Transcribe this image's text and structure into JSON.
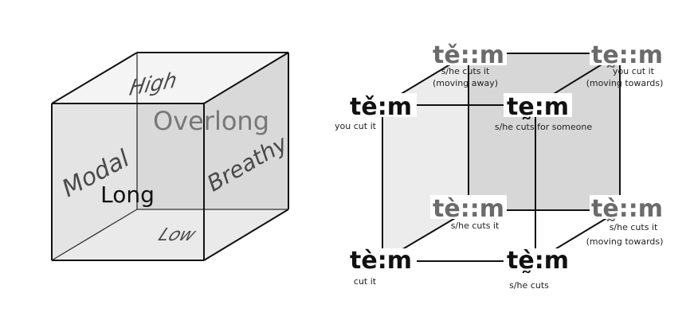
{
  "left_cube": {
    "faces": {
      "top": "High",
      "bottom": "Low",
      "left": "Modal",
      "right": "Breathy",
      "front": "Long",
      "back": "Overlong"
    }
  },
  "right_cube": {
    "vertices": {
      "front_top_left": {
        "form": "tě:m",
        "gloss": [
          "you cut it"
        ]
      },
      "front_top_right": {
        "form": "tḛ:m",
        "gloss": [
          "s/he cuts for someone"
        ]
      },
      "back_top_left": {
        "form": "tě::m",
        "gloss": [
          "s/he cuts it",
          "(moving away)"
        ]
      },
      "back_top_right": {
        "form": "tḛ::m",
        "gloss": [
          "you cut it",
          "(moving towards)"
        ]
      },
      "front_bottom_left": {
        "form": "tè:m",
        "gloss": [
          "cut it"
        ]
      },
      "front_bottom_right": {
        "form": "tḛ̀:m",
        "gloss": [
          "s/he cuts"
        ]
      },
      "back_bottom_left": {
        "form": "tè::m",
        "gloss": [
          "s/he cuts it"
        ]
      },
      "back_bottom_right": {
        "form": "tḛ̀::m",
        "gloss": [
          "s/he cuts it",
          "(moving towards)"
        ]
      }
    }
  },
  "colors": {
    "edge": "#111111",
    "face_shade": "#d7d7d7",
    "face_light": "#ececec",
    "front_text": "#111111",
    "back_text": "#6b6b6b"
  }
}
